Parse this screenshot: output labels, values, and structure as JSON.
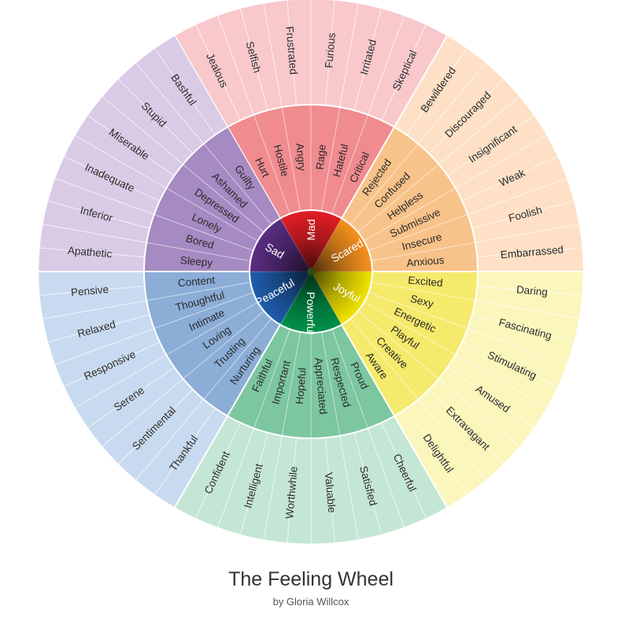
{
  "title": "The Feeling Wheel",
  "subtitle": "by Gloria Willcox",
  "chart_data": {
    "type": "sunburst",
    "sections": [
      {
        "core": "Mad",
        "colors": {
          "core": "#e31e24",
          "middle": "#f08b8f",
          "outer": "#f8c8cb"
        },
        "middle": [
          "Hurt",
          "Hostile",
          "Angry",
          "Rage",
          "Hateful",
          "Critical"
        ],
        "outer": [
          "Jealous",
          "Selfish",
          "Frustrated",
          "Furious",
          "Irritated",
          "Skeptical"
        ]
      },
      {
        "core": "Scared",
        "colors": {
          "core": "#f7931e",
          "middle": "#f8c38a",
          "outer": "#fde0c5"
        },
        "middle": [
          "Rejected",
          "Confused",
          "Helpless",
          "Submissive",
          "Insecure",
          "Anxious"
        ],
        "outer": [
          "Bewildered",
          "Discouraged",
          "Insignificant",
          "Weak",
          "Foolish",
          "Embarrassed"
        ]
      },
      {
        "core": "Joyful",
        "colors": {
          "core": "#f2e500",
          "middle": "#f5ea6c",
          "outer": "#fbf6bb"
        },
        "middle": [
          "Excited",
          "Sexy",
          "Energetic",
          "Playful",
          "Creative",
          "Aware"
        ],
        "outer": [
          "Daring",
          "Fascinating",
          "Stimulating",
          "Amused",
          "Extravagant",
          "Delightful"
        ]
      },
      {
        "core": "Powerful",
        "colors": {
          "core": "#00924a",
          "middle": "#7cc6a0",
          "outer": "#c4e6d4"
        },
        "middle": [
          "Proud",
          "Respected",
          "Appreciated",
          "Hopeful",
          "Important",
          "Faithful"
        ],
        "outer": [
          "Cheerful",
          "Satisfied",
          "Valuable",
          "Worthwhile",
          "Intelligent",
          "Confident"
        ]
      },
      {
        "core": "Peaceful",
        "colors": {
          "core": "#1f5dad",
          "middle": "#8badd6",
          "outer": "#c8daef"
        },
        "middle": [
          "Nurturing",
          "Trusting",
          "Loving",
          "Intimate",
          "Thoughtful",
          "Content"
        ],
        "outer": [
          "Thankful",
          "Sentimental",
          "Serene",
          "Responsive",
          "Relaxed",
          "Pensive"
        ]
      },
      {
        "core": "Sad",
        "colors": {
          "core": "#5a2d82",
          "middle": "#a68ac2",
          "outer": "#d9cae6"
        },
        "middle": [
          "Sleepy",
          "Bored",
          "Lonely",
          "Depressed",
          "Ashamed",
          "Guilty"
        ],
        "outer": [
          "Apathetic",
          "Inferior",
          "Inadequate",
          "Miserable",
          "Stupid",
          "Bashful"
        ]
      }
    ]
  }
}
